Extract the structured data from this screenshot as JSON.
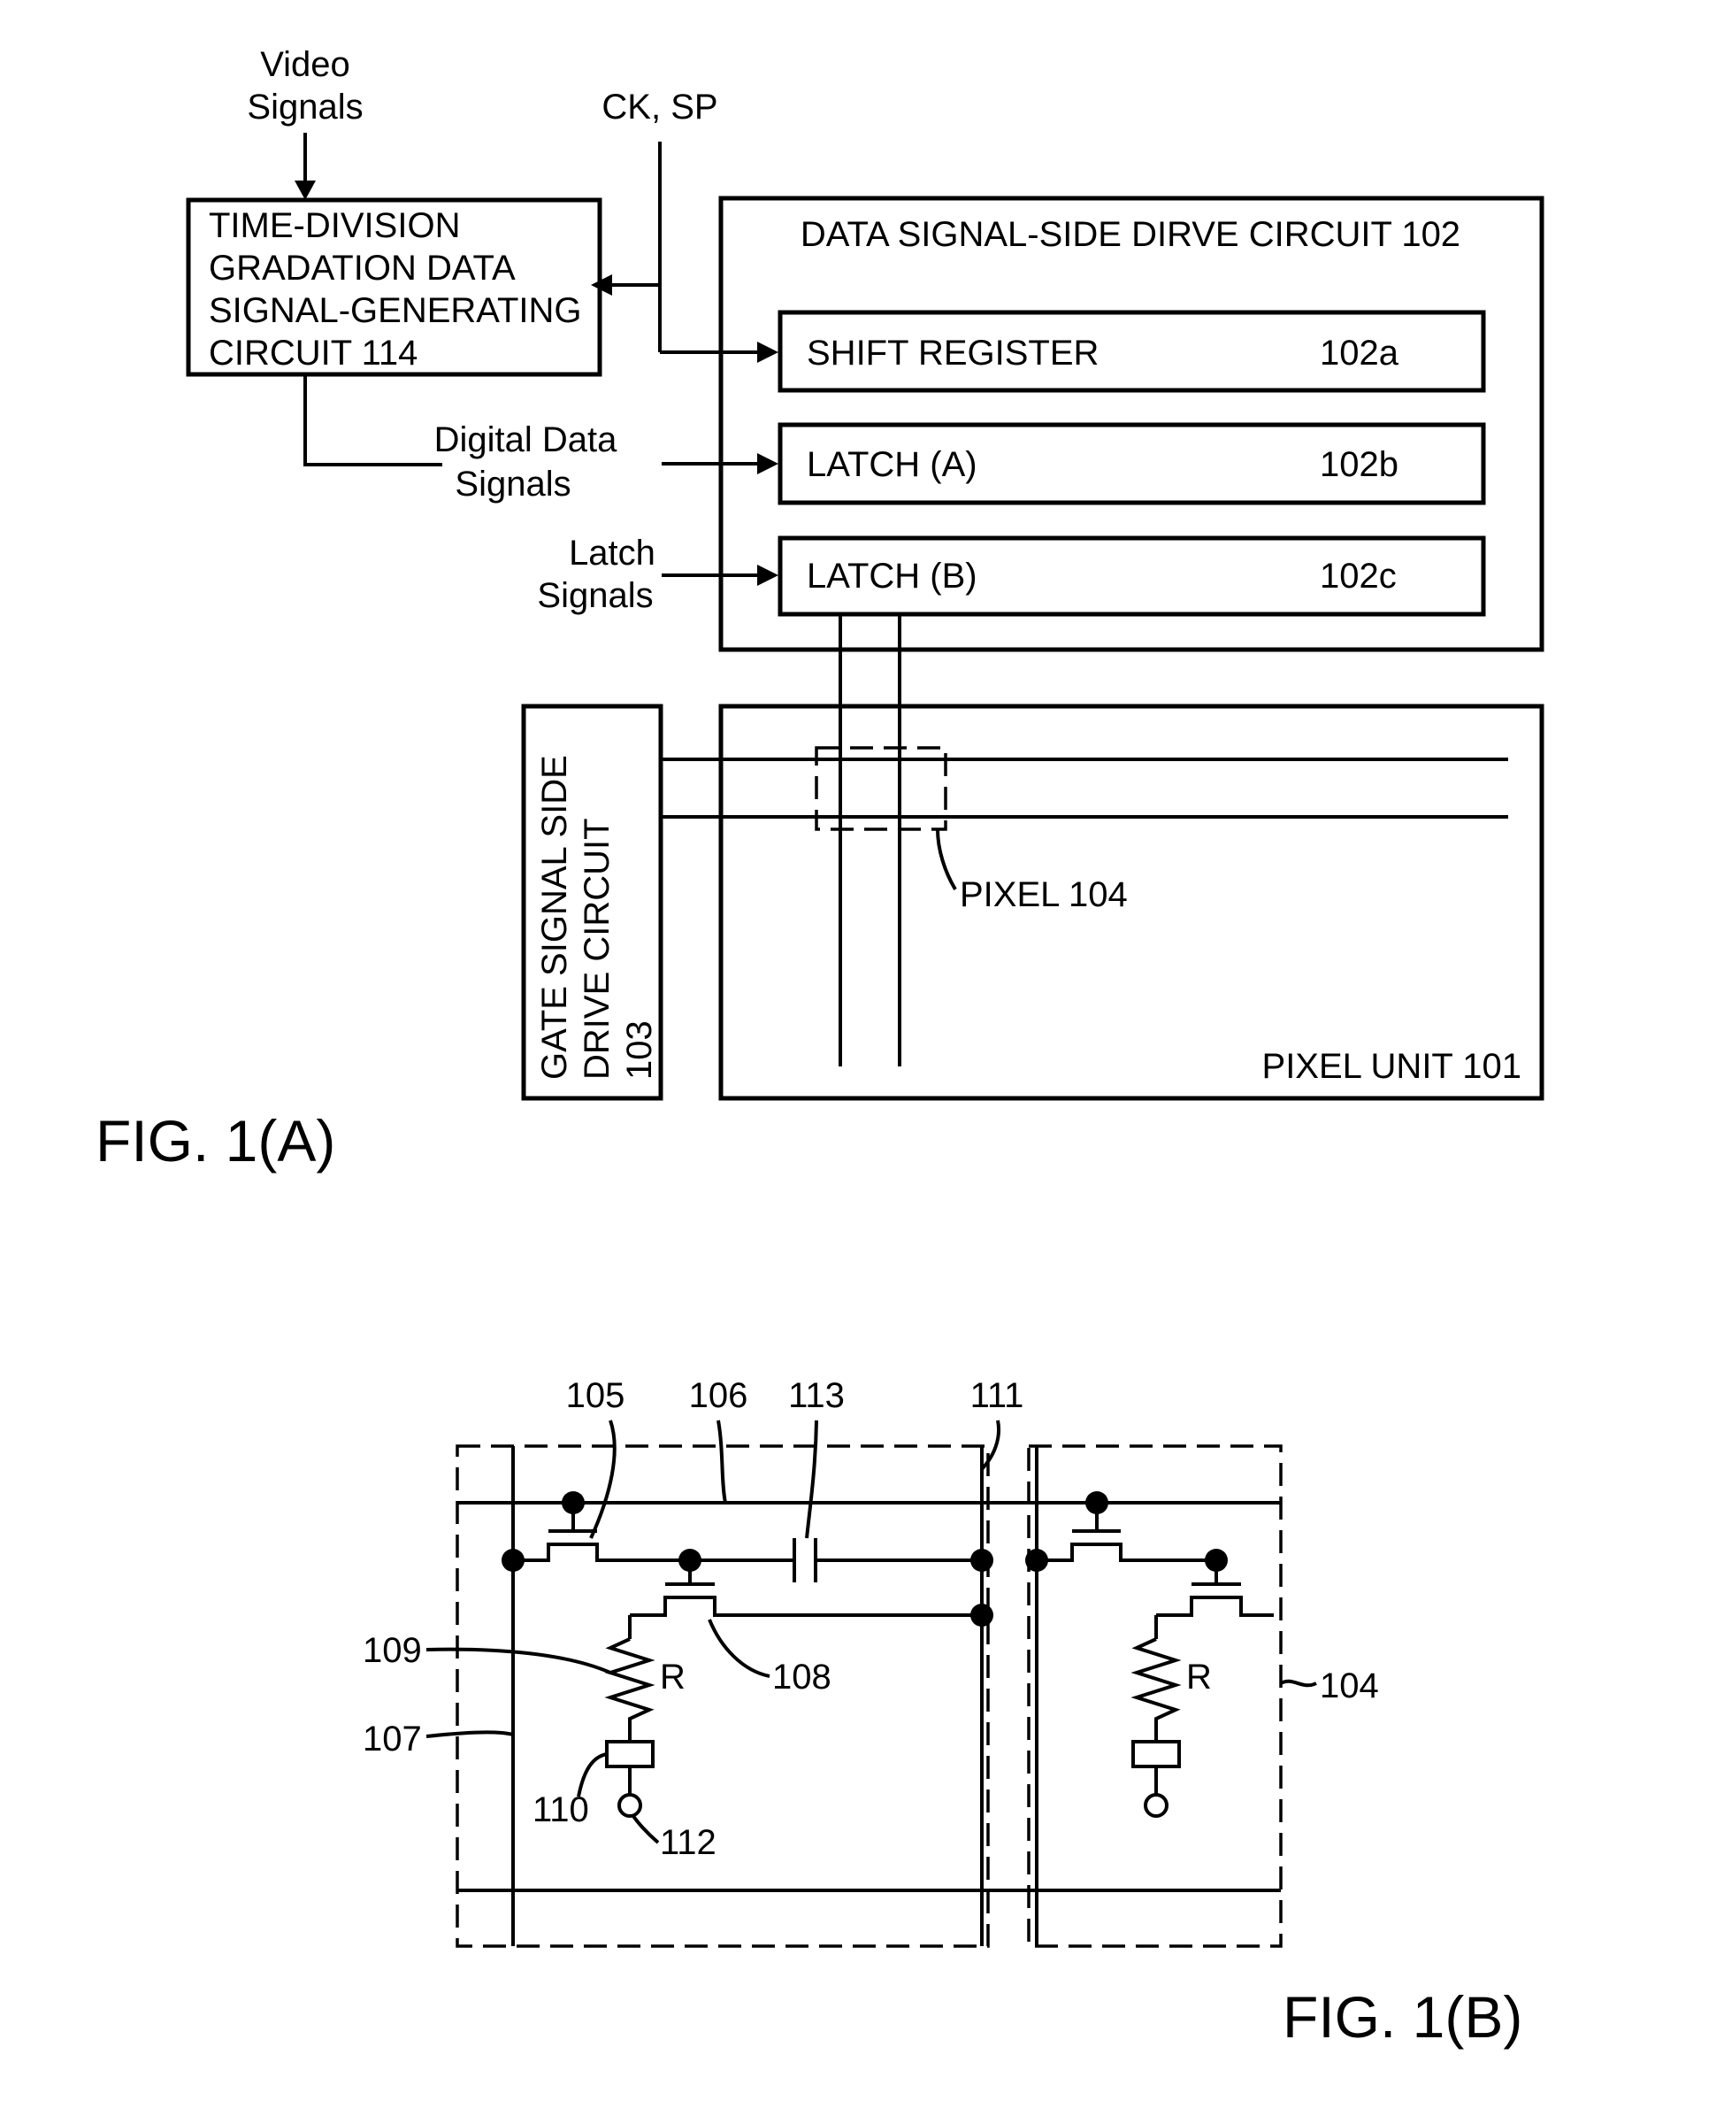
{
  "fig1a": {
    "caption": "FIG. 1(A)",
    "video_signals_line1": "Video",
    "video_signals_line2": "Signals",
    "ck_sp": "CK, SP",
    "time_division_line1": "TIME-DIVISION",
    "time_division_line2": "GRADATION DATA",
    "time_division_line3": "SIGNAL-GENERATING",
    "time_division_line4": "CIRCUIT  114",
    "data_drive_title": "DATA SIGNAL-SIDE DIRVE CIRCUIT 102",
    "shift_register_label": "SHIFT REGISTER",
    "shift_register_ref": "102a",
    "latch_a_label": "LATCH (A)",
    "latch_a_ref": "102b",
    "latch_b_label": "LATCH (B)",
    "latch_b_ref": "102c",
    "digital_data_line1": "Digital Data",
    "digital_data_line2": "Signals",
    "latch_signals_line1": "Latch",
    "latch_signals_line2": "Signals",
    "gate_drive_line1": "GATE SIGNAL SIDE",
    "gate_drive_line2": "DRIVE CIRCUIT",
    "gate_drive_line3": "103",
    "pixel_label": "PIXEL 104",
    "pixel_unit_label": "PIXEL UNIT 101"
  },
  "fig1b": {
    "caption": "FIG. 1(B)",
    "ref_105": "105",
    "ref_106": "106",
    "ref_113": "113",
    "ref_111": "111",
    "ref_109": "109",
    "ref_107": "107",
    "ref_108": "108",
    "ref_110": "110",
    "ref_112": "112",
    "ref_104": "104",
    "resistor_label_left": "R",
    "resistor_label_right": "R"
  }
}
